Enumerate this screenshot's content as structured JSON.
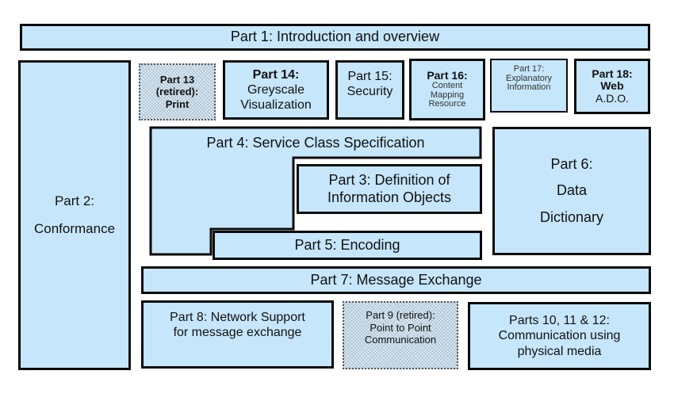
{
  "diagram": {
    "part1": "Part 1: Introduction and overview",
    "part2": [
      "Part 2:",
      "Conformance"
    ],
    "part13": [
      "Part 13",
      "(retired):",
      "Print"
    ],
    "part14": [
      "Part 14:",
      "Greyscale",
      "Visualization"
    ],
    "part15": [
      "Part 15:",
      "Security"
    ],
    "part16": [
      "Part 16:",
      "Content",
      "Mapping",
      "Resource"
    ],
    "part17": [
      "Part 17:",
      "Explanatory",
      "Information"
    ],
    "part18": [
      "Part 18:",
      "Web",
      "A.D.O."
    ],
    "part4": "Part 4: Service Class Specification",
    "part3": [
      "Part 3: Definition of",
      "Information Objects"
    ],
    "part5": "Part 5: Encoding",
    "part6": [
      "Part 6:",
      "Data",
      "Dictionary"
    ],
    "part7": "Part 7: Message Exchange",
    "part8": [
      "Part 8: Network Support",
      "for message exchange"
    ],
    "part9": [
      "Part 9 (retired):",
      "Point to Point",
      "Communication"
    ],
    "part10_12": [
      "Parts 10, 11 & 12:",
      "Communication using",
      "physical media"
    ]
  },
  "colors": {
    "box_fill": "#c6e6fb",
    "border": "#0a0a0a"
  }
}
